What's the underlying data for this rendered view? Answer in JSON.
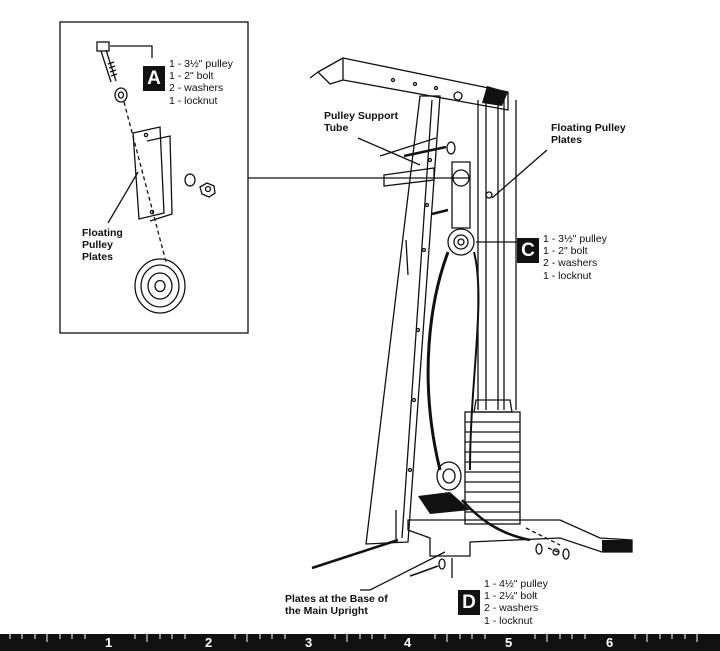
{
  "inset": {
    "badge": "A",
    "parts": [
      "1 - 3½\" pulley",
      "1 - 2\" bolt",
      "2 - washers",
      "1 - locknut"
    ],
    "callout": [
      "Floating",
      "Pulley",
      "Plates"
    ]
  },
  "main": {
    "pulley_support_tube": [
      "Pulley Support",
      "Tube"
    ],
    "floating_pulley_plates": [
      "Floating Pulley",
      "Plates"
    ],
    "base_plates": [
      "Plates at the Base of",
      "the Main Upright"
    ]
  },
  "callout_c": {
    "badge": "C",
    "parts": [
      "1 - 3½\" pulley",
      "1 - 2\" bolt",
      "2 - washers",
      "1 - locknut"
    ]
  },
  "callout_d": {
    "badge": "D",
    "parts": [
      "1 - 4½\" pulley",
      "1 - 2¼\" bolt",
      "2 - washers",
      "1 - locknut"
    ]
  },
  "ruler": {
    "numbers": [
      "1",
      "2",
      "3",
      "4",
      "5",
      "6"
    ]
  }
}
